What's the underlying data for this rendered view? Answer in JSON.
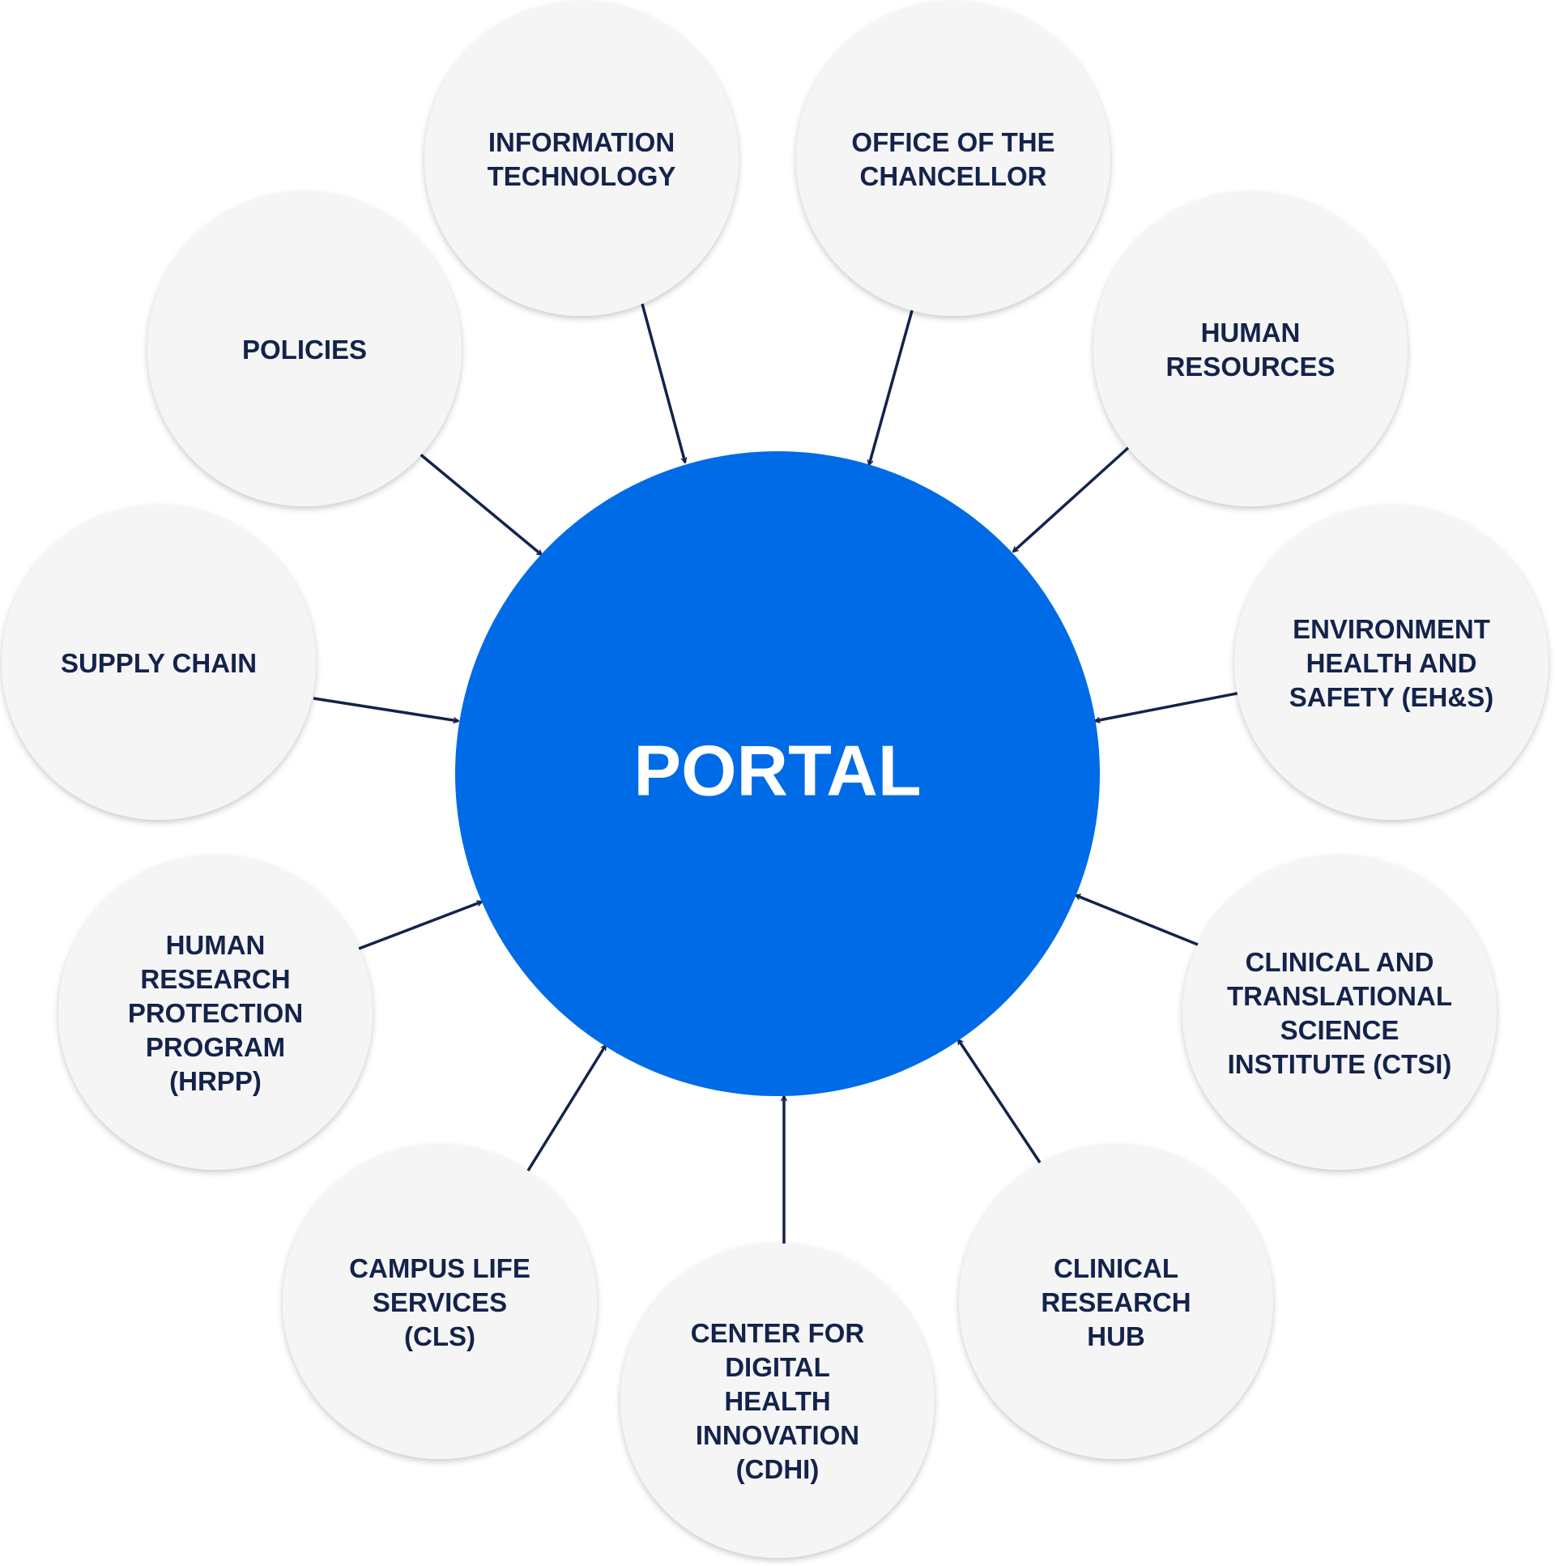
{
  "hub": {
    "label": "PORTAL"
  },
  "nodes": [
    {
      "id": "information-technology",
      "lines": [
        "INFORMATION",
        "TECHNOLOGY"
      ]
    },
    {
      "id": "office-of-the-chancellor",
      "lines": [
        "OFFICE OF THE",
        "CHANCELLOR"
      ]
    },
    {
      "id": "human-resources",
      "lines": [
        "HUMAN",
        "RESOURCES"
      ]
    },
    {
      "id": "environment-health-and-safety",
      "lines": [
        "ENVIRONMENT",
        "HEALTH AND",
        "SAFETY (EH&S)"
      ]
    },
    {
      "id": "clinical-and-translational-science-institute",
      "lines": [
        "CLINICAL AND",
        "TRANSLATIONAL",
        "SCIENCE",
        "INSTITUTE (CTSI)"
      ]
    },
    {
      "id": "clinical-research-hub",
      "lines": [
        "CLINICAL",
        "RESEARCH",
        "HUB"
      ]
    },
    {
      "id": "center-for-digital-health-innovation",
      "lines": [
        "CENTER FOR",
        "DIGITAL",
        "HEALTH",
        "INNOVATION",
        "(CDHI)"
      ]
    },
    {
      "id": "campus-life-services",
      "lines": [
        "CAMPUS LIFE",
        "SERVICES",
        "(CLS)"
      ]
    },
    {
      "id": "human-research-protection-program",
      "lines": [
        "HUMAN",
        "RESEARCH",
        "PROTECTION",
        "PROGRAM",
        "(HRPP)"
      ]
    },
    {
      "id": "supply-chain",
      "lines": [
        "SUPPLY CHAIN"
      ]
    },
    {
      "id": "policies",
      "lines": [
        "POLICIES"
      ]
    }
  ],
  "colors": {
    "hub": "#006be6",
    "node": "#f5f5f5",
    "text": "#13234b",
    "arrow": "#13234b"
  }
}
